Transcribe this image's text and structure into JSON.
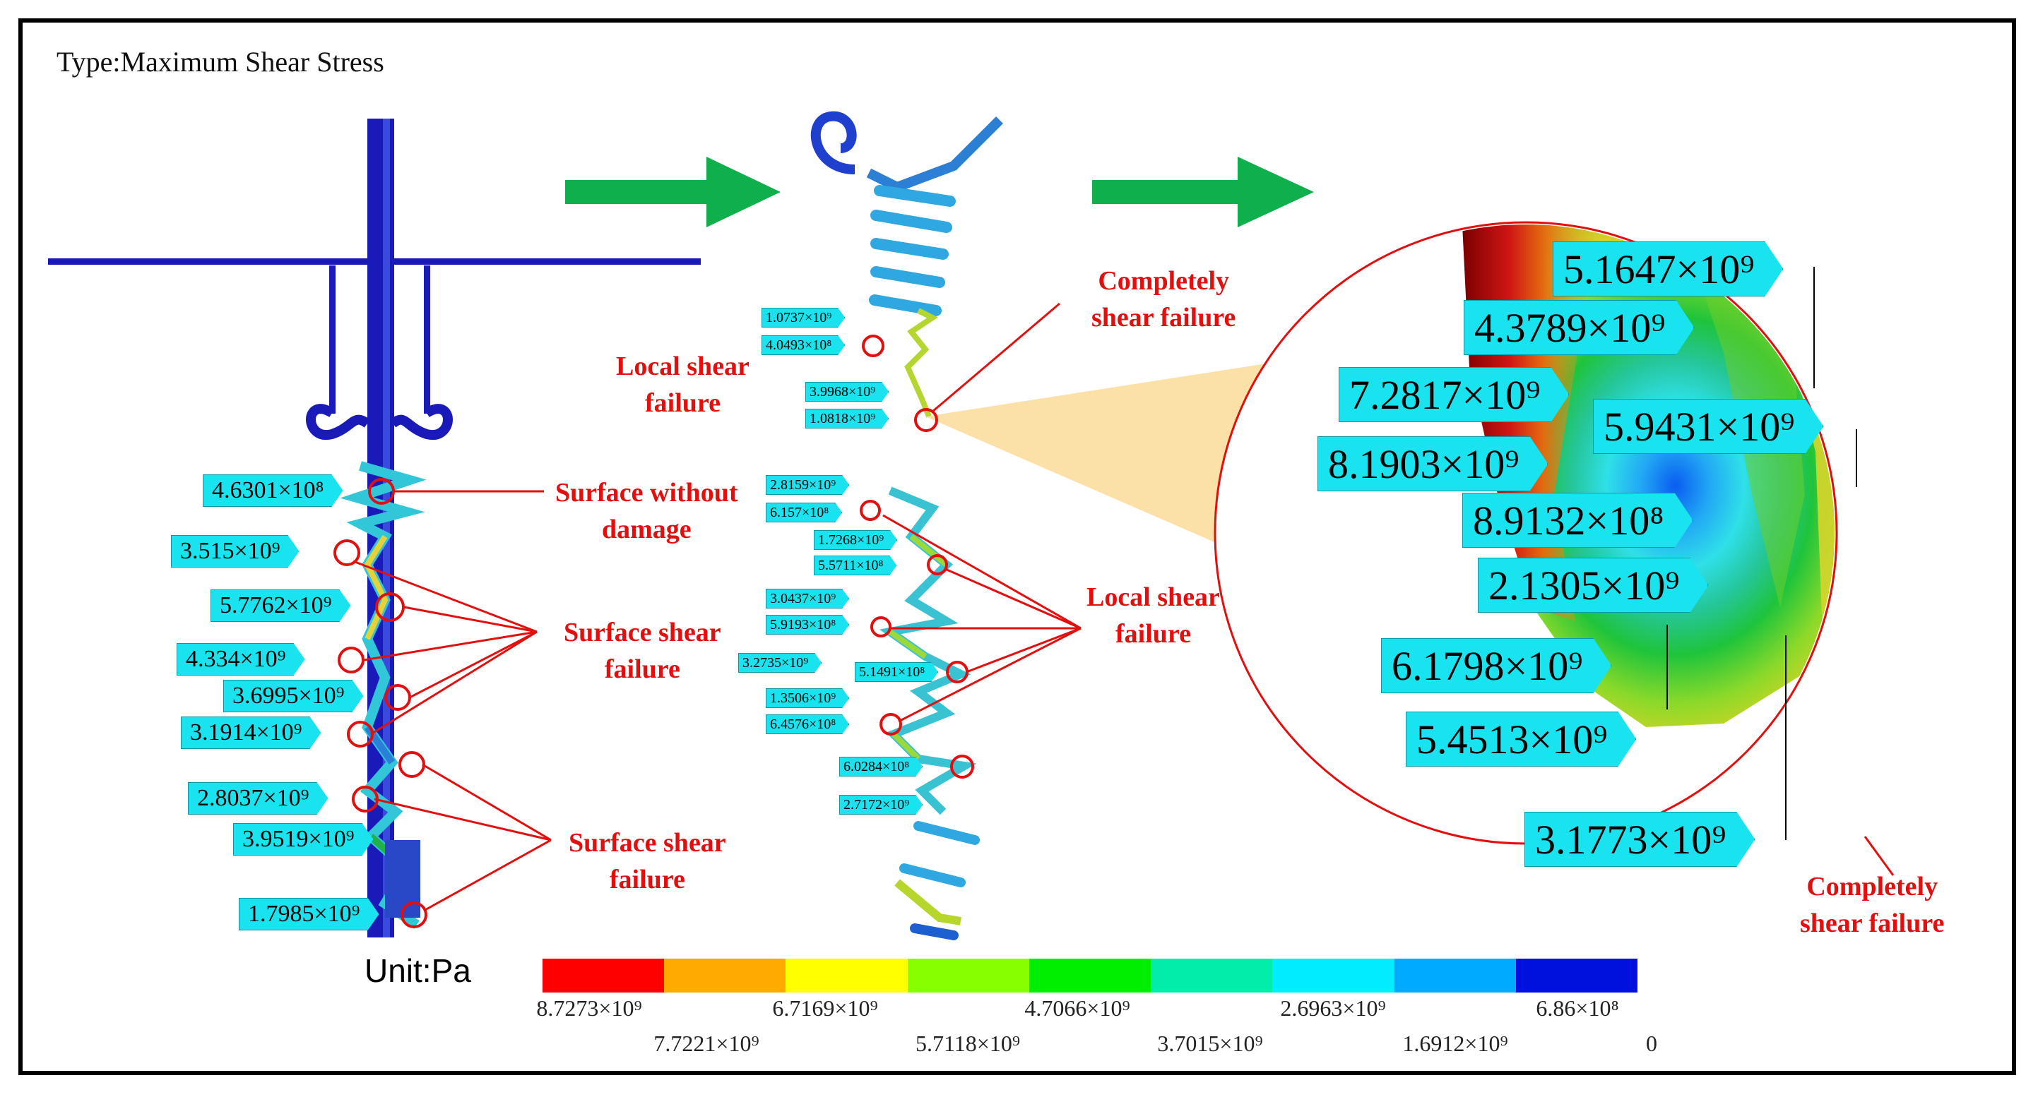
{
  "title": "Type:Maximum Shear Stress",
  "unit": "Unit:Pa",
  "colorbar": {
    "colors": [
      "#ff0000",
      "#ffaa00",
      "#ffff00",
      "#88ff00",
      "#00ee00",
      "#00eeaa",
      "#00eeff",
      "#00aaff",
      "#0011dd"
    ],
    "ticks_top": [
      "8.7273×10⁹",
      "6.7169×10⁹",
      "4.7066×10⁹",
      "2.6963×10⁹",
      "6.86×10⁸"
    ],
    "ticks_bottom": [
      "7.7221×10⁹",
      "5.7118×10⁹",
      "3.7015×10⁹",
      "1.6912×10⁹",
      "0"
    ]
  },
  "labels_left": [
    "4.6301×10⁸",
    "3.515×10⁹",
    "5.7762×10⁹",
    "4.334×10⁹",
    "3.6995×10⁹",
    "3.1914×10⁹",
    "2.8037×10⁹",
    "3.9519×10⁹",
    "1.7985×10⁹"
  ],
  "labels_mid": [
    "1.0737×10⁹",
    "4.0493×10⁸",
    "3.9968×10⁹",
    "1.0818×10⁹",
    "2.8159×10⁹",
    "6.157×10⁸",
    "1.7268×10⁹",
    "5.5711×10⁸",
    "3.0437×10⁹",
    "5.9193×10⁸",
    "3.2735×10⁹",
    "5.1491×10⁸",
    "1.3506×10⁹",
    "6.4576×10⁸",
    "6.0284×10⁸",
    "2.7172×10⁹"
  ],
  "labels_zoom": [
    "5.1647×10⁹",
    "4.3789×10⁹",
    "7.2817×10⁹",
    "5.9431×10⁹",
    "8.1903×10⁹",
    "8.9132×10⁸",
    "2.1305×10⁹",
    "6.1798×10⁹",
    "5.4513×10⁹",
    "3.1773×10⁹"
  ],
  "annotations": {
    "surface_without_damage": "Surface without\ndamage",
    "surface_shear_failure_1": "Surface shear\nfailure",
    "surface_shear_failure_2": "Surface shear\nfailure",
    "local_shear_failure_1": "Local shear\nfailure",
    "local_shear_failure_2": "Local shear\nfailure",
    "completely_shear_failure_1": "Completely\nshear failure",
    "completely_shear_failure_2": "Completely\nshear failure"
  }
}
